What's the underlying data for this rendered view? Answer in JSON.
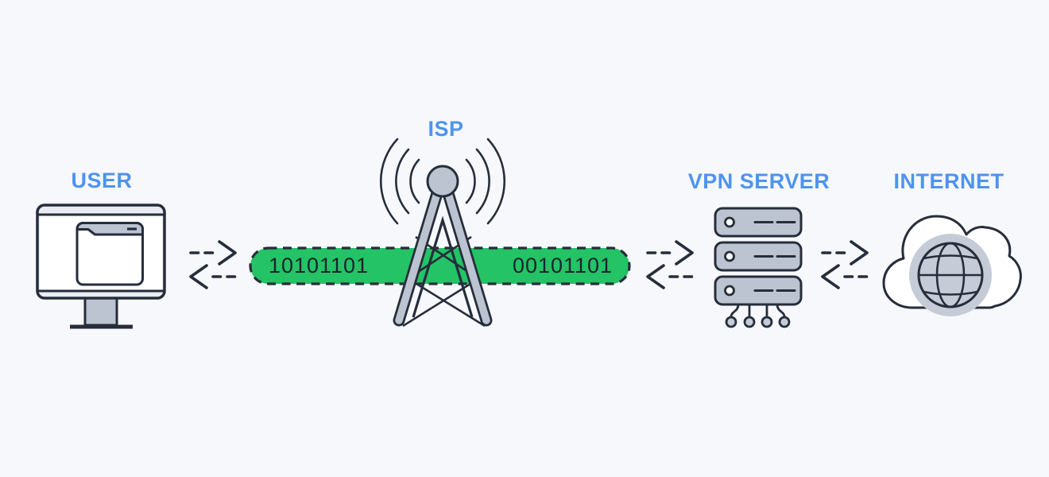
{
  "nodes": {
    "user": {
      "label": "USER"
    },
    "isp": {
      "label": "ISP"
    },
    "vpn_server": {
      "label": "VPN SERVER"
    },
    "internet": {
      "label": "INTERNET"
    }
  },
  "packet": {
    "left_bits": "10101101",
    "right_bits": "00101101"
  },
  "icons": {
    "user": "desktop-computer-icon",
    "isp": "radio-tower-icon",
    "vpn_server": "server-stack-icon",
    "internet": "cloud-globe-icon",
    "links": "dashed-bidirectional-arrow-icons"
  },
  "colors": {
    "background": "#f6f8fb",
    "label_blue": "#4e93f0",
    "stroke_dark": "#262d3b",
    "text_dark": "#1b222e",
    "fill_gray": "#bdc4d1",
    "fill_light": "#e9ecf2",
    "globe_gray": "#c6ccd7",
    "packet_green": "#23c366",
    "white": "#ffffff"
  }
}
